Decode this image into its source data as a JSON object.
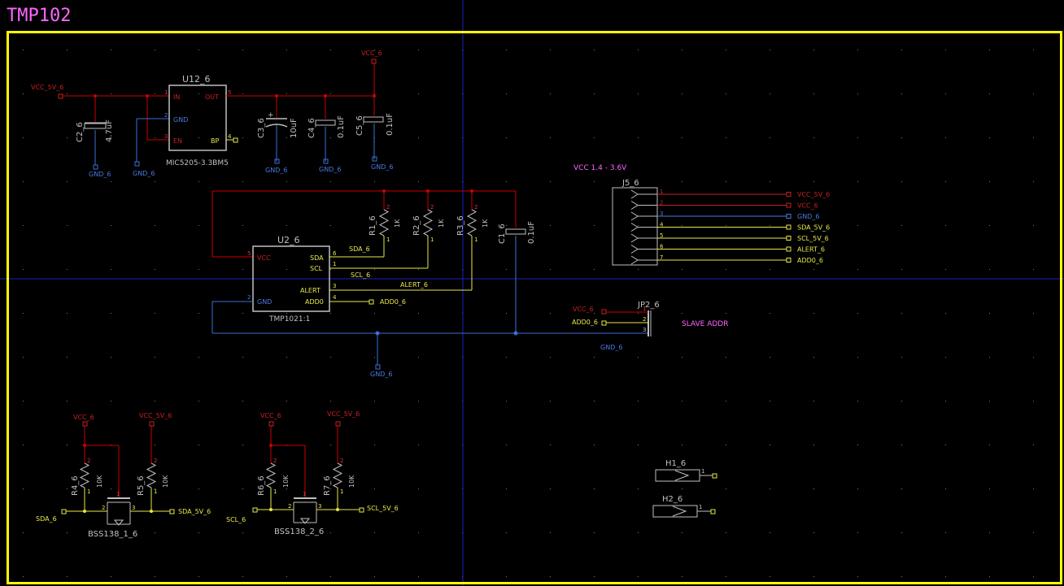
{
  "title": "TMP102",
  "colors": {
    "background": "#000000",
    "frame": "#ffff00",
    "wire_power": "#cc0000",
    "wire_gnd": "#3a6fd8",
    "wire_signal": "#e8e84a",
    "part_body": "#c0c0c0",
    "net_text_red": "#c82020",
    "net_text_blue": "#4a7ae0",
    "net_text_yellow": "#e8e84a",
    "title_color": "#ff66ff",
    "pin_number": "#e03030",
    "crosshair": "#2020c0"
  },
  "regulator": {
    "ref": "U12_6",
    "value": "MIC5205-3.3BM5",
    "pins": {
      "in": "IN",
      "gnd": "GND",
      "en": "EN",
      "out": "OUT",
      "bp": "BP"
    },
    "pin_numbers": {
      "in": "1",
      "gnd": "2",
      "en": "3",
      "out": "5",
      "bp": "4"
    }
  },
  "sensor": {
    "ref": "U2_6",
    "value": "TMP1021:1",
    "pins": {
      "vcc": "VCC",
      "gnd": "GND",
      "sda": "SDA",
      "scl": "SCL",
      "alert": "ALERT",
      "add0": "ADD0"
    },
    "pin_numbers": {
      "vcc": "5",
      "gnd": "2",
      "sda": "6",
      "scl": "1",
      "alert": "3",
      "add0": "4"
    }
  },
  "capacitors": [
    {
      "ref": "C2_6",
      "value": "4.7uF"
    },
    {
      "ref": "C3_6",
      "value": "10uF"
    },
    {
      "ref": "C4_6",
      "value": "0.1uF"
    },
    {
      "ref": "C5_6",
      "value": "0.1uF"
    },
    {
      "ref": "C1_6",
      "value": "0.1uF"
    }
  ],
  "resistors": [
    {
      "ref": "R1_6",
      "value": "1K"
    },
    {
      "ref": "R2_6",
      "value": "1K"
    },
    {
      "ref": "R3_6",
      "value": "1K"
    },
    {
      "ref": "R4_6",
      "value": "10K"
    },
    {
      "ref": "R5_6",
      "value": "10K"
    },
    {
      "ref": "R6_6",
      "value": "10K"
    },
    {
      "ref": "R7_6",
      "value": "10K"
    }
  ],
  "connector_j5": {
    "ref": "J5_6",
    "note": "VCC 1.4 - 3.6V",
    "pins": [
      "1",
      "2",
      "3",
      "4",
      "5",
      "6",
      "7"
    ],
    "nets": [
      "VCC_5V_6",
      "VCC_6",
      "GND_6",
      "SDA_5V_6",
      "SCL_5V_6",
      "ALERT_6",
      "ADD0_6"
    ]
  },
  "jumper_jp2": {
    "ref": "JP2_6",
    "label": "SLAVE ADDR",
    "pins": [
      "1",
      "2",
      "3"
    ],
    "nets": [
      "VCC_6",
      "ADD0_6",
      "GND_6"
    ]
  },
  "level_shifters": [
    {
      "ref": "BSS138_1_6",
      "left_net": "SDA_6",
      "right_net": "SDA_5V_6"
    },
    {
      "ref": "BSS138_2_6",
      "left_net": "SCL_6",
      "right_net": "SCL_5V_6"
    }
  ],
  "mosfet_pins": [
    "1",
    "2",
    "3"
  ],
  "mounting_holes": [
    {
      "ref": "H1_6",
      "pin": "1"
    },
    {
      "ref": "H2_6",
      "pin": "1"
    }
  ],
  "nets": {
    "vcc": "VCC_6",
    "vcc5v": "VCC_5V_6",
    "gnd": "GND_6",
    "sda": "SDA_6",
    "scl": "SCL_6",
    "alert": "ALERT_6",
    "add0": "ADD0_6"
  },
  "pin_nums": {
    "one": "1",
    "two": "2"
  }
}
